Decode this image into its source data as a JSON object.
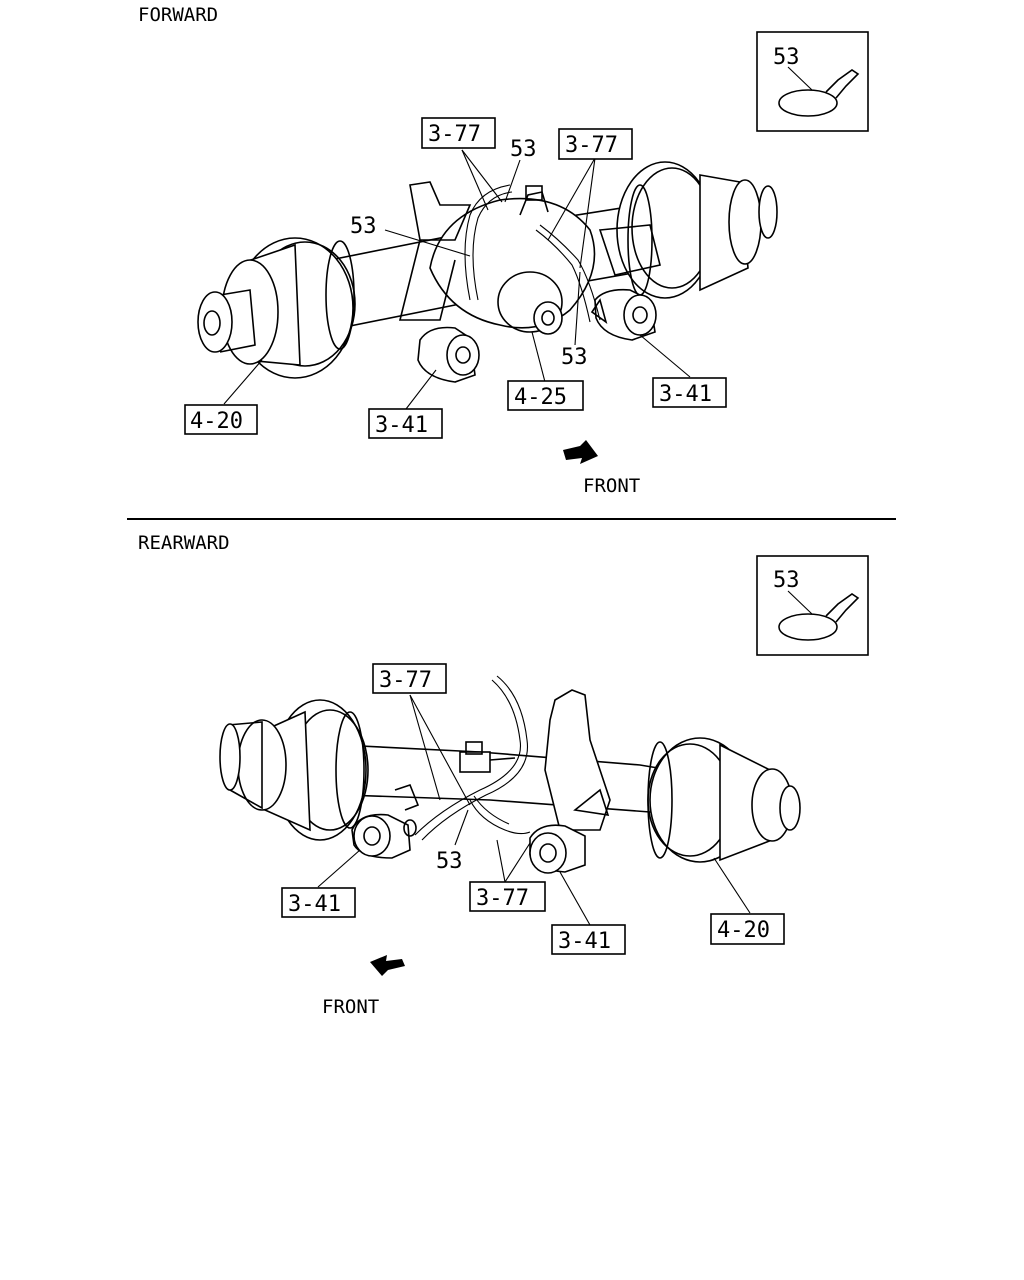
{
  "sections": {
    "forward": {
      "heading": "FORWARD",
      "inset_part": "53",
      "callouts": {
        "hose_left": "3-77",
        "hose_right": "3-77",
        "clip_top": "53",
        "clip_left": "53",
        "clip_bottom": "53",
        "axle_housing": "4-20",
        "bushing_left": "3-41",
        "bushing_right": "3-41",
        "differential": "4-25"
      },
      "direction": "FRONT"
    },
    "rearward": {
      "heading": "REARWARD",
      "inset_part": "53",
      "callouts": {
        "hose_top": "3-77",
        "hose_bottom": "3-77",
        "clip": "53",
        "bushing_left": "3-41",
        "bushing_center": "3-41",
        "axle_housing": "4-20"
      },
      "direction": "FRONT"
    }
  },
  "colors": {
    "line": "#000000",
    "background": "#ffffff"
  }
}
